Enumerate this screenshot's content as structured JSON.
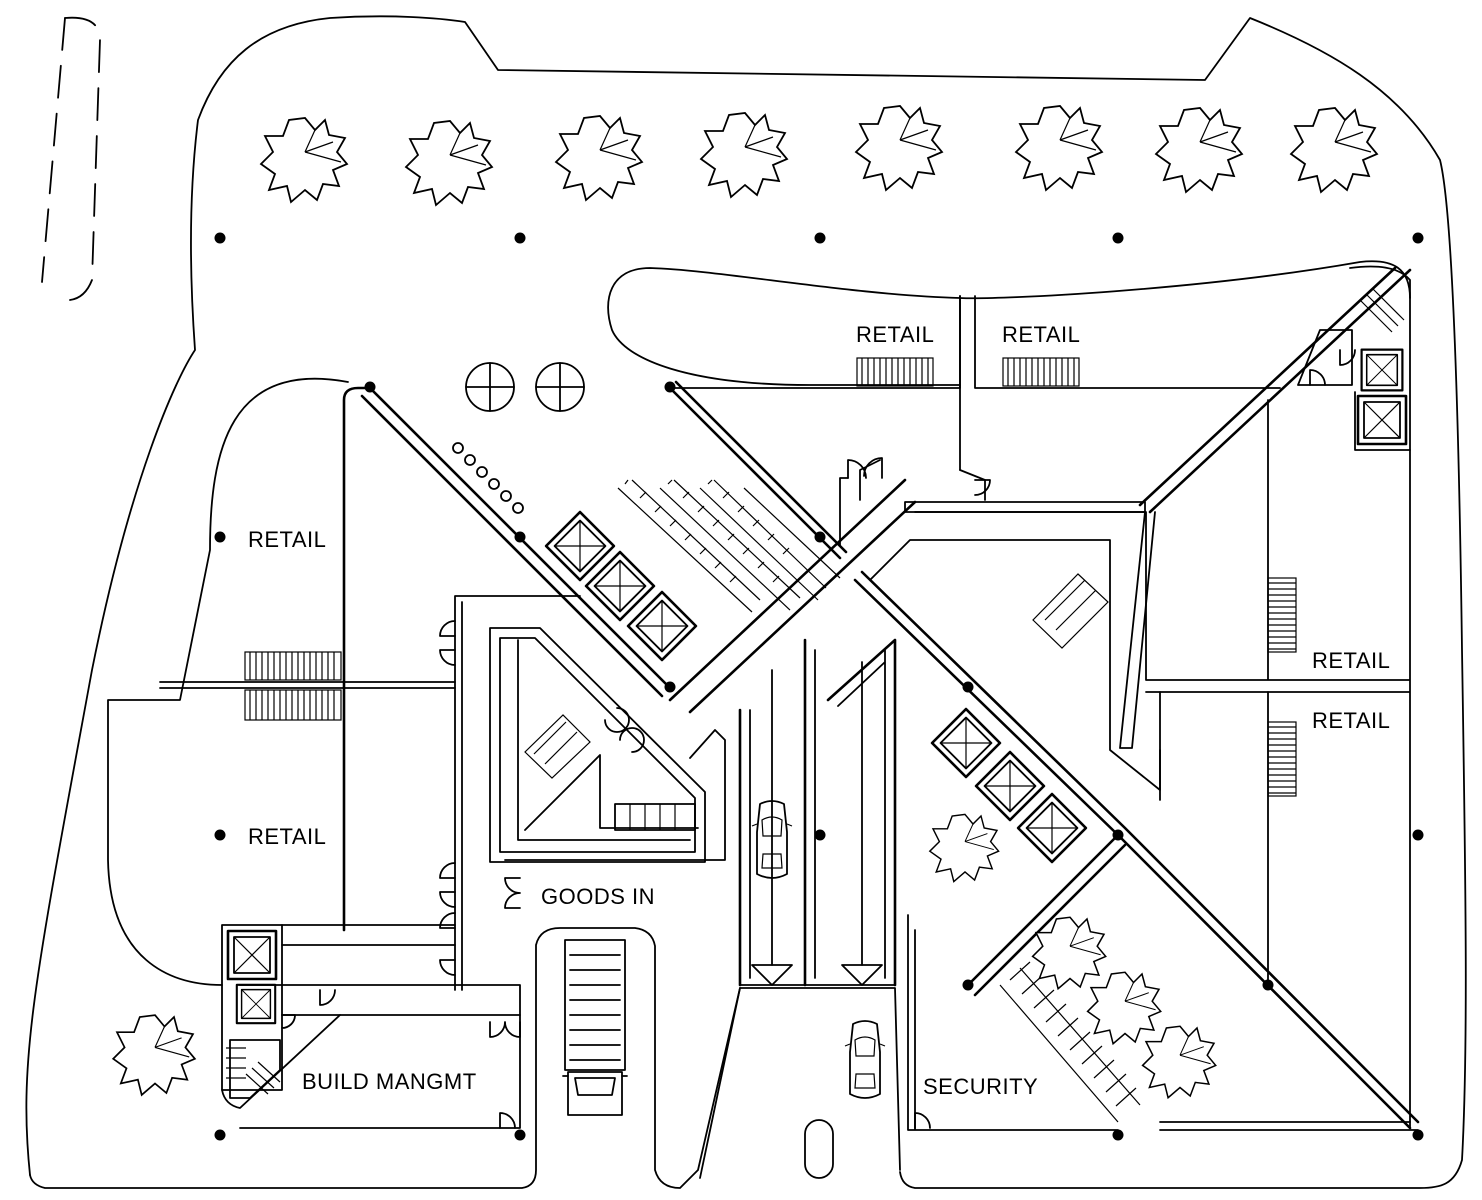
{
  "labels": {
    "retail_1": "RETAIL",
    "retail_2": "RETAIL",
    "retail_3": "RETAIL",
    "retail_4": "RETAIL",
    "retail_5": "RETAIL",
    "retail_6": "RETAIL",
    "goods_in": "GOODS IN",
    "build_mangmt": "BUILD MANGMT",
    "security": "SECURITY"
  },
  "colors": {
    "line": "#000000",
    "background": "#ffffff"
  },
  "icons": [
    "tree-icon",
    "column-dot-icon",
    "lift-icon",
    "stair-icon",
    "car-icon",
    "truck-icon",
    "door-swing-icon",
    "arrow-down-icon"
  ]
}
